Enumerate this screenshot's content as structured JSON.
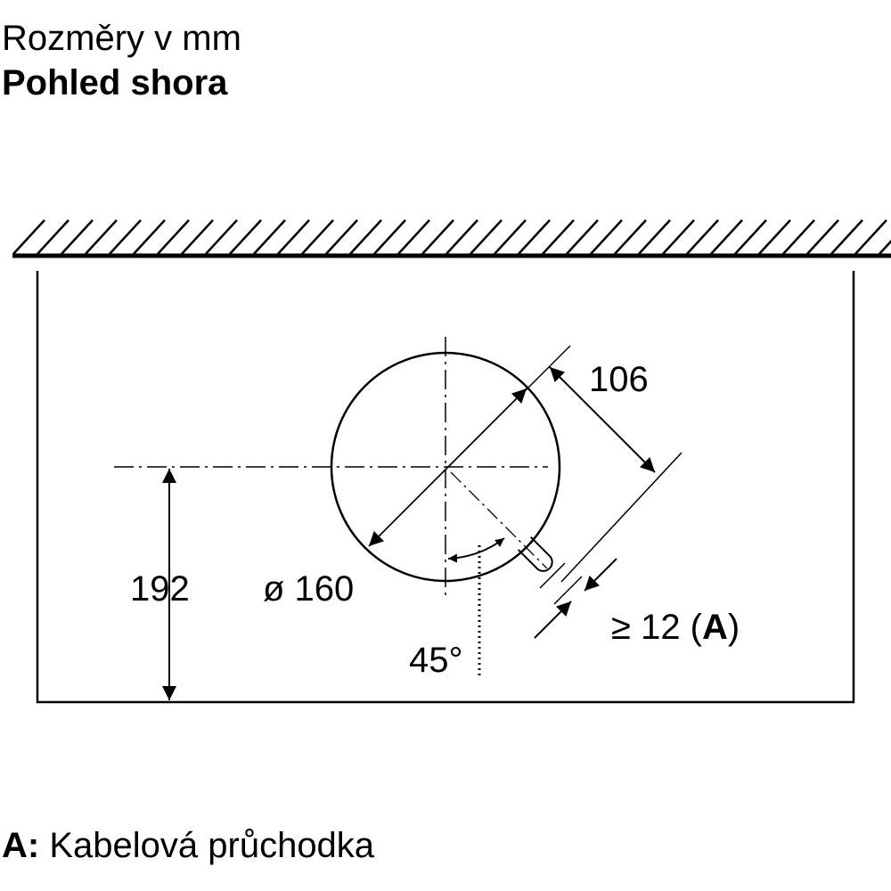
{
  "header": {
    "title": "Rozměry v mm",
    "subtitle": "Pohled shora"
  },
  "drawing": {
    "dim_height": "192",
    "dim_diameter": "ø 160",
    "dim_offset": "106",
    "dim_angle": "45°",
    "dim_gap_prefix": "≥ 12 (",
    "dim_gap_marker": "A",
    "dim_gap_suffix": ")"
  },
  "legend": {
    "marker": "A:",
    "text": "Kabelová průchodka"
  },
  "colors": {
    "line": "#000000",
    "background": "#ffffff"
  }
}
